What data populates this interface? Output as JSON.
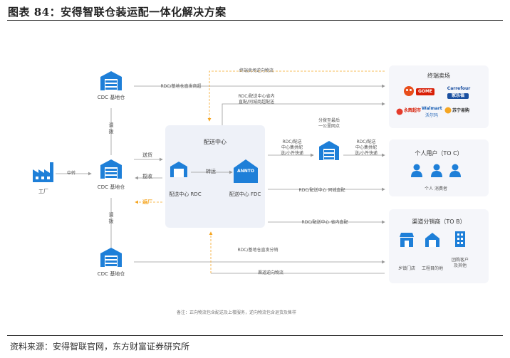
{
  "header": {
    "title": "图表 84：安得智联仓装运配一体化解决方案"
  },
  "footer": {
    "source": "资料来源：安得智联官网，东方财富证券研究所"
  },
  "diagram": {
    "factory": "工厂",
    "zhongzhuan": "中转",
    "cdc_top": "CDC 基地仓",
    "cdc_mid": "CDC 基地仓",
    "cdc_bottom": "CDC 基地仓",
    "tiaobo_1": "调\n拨",
    "tiaobo_2": "调\n拨",
    "songhuo": "送货",
    "zhuanshou": "揽收",
    "fanchang": "返厂",
    "peisong_center": "配送中心",
    "rdc": "配送中心 RDC",
    "zhuanyun": "转运",
    "fdc": "配送中心 FDC",
    "logo_text": "ANNTO",
    "reverse_top": "终端卖场逆向物流",
    "rdc_direct_top": "RDC/基地仓直发商超",
    "rdc_intercity": "RDC/配送中心省内\n直配/同城商超配送",
    "fenbo": "分拨至最后\n一公里网点",
    "rdc_bulk_1": "RDC/配送\n中心集拼配\n送/小件快递",
    "rdc_bulk_2": "RDC/配送\n中心集拼配\n送/小件快递",
    "rdc_city": "RDC/配送中心  同城直配",
    "rdc_province": "RDC/配送中心  省内直配",
    "rdc_direct_bottom": "RDC/基地仓直发分销",
    "channel_reverse": "渠道逆向物流",
    "terminal_title": "终端卖场",
    "brands": {
      "gome": "GOME",
      "carrefour": "Carrefour",
      "carrefour_cn": "家乐福",
      "yonghui": "永辉超市",
      "walmart": "Walmart",
      "walmart_cn": "沃尔玛",
      "suning": "苏宁易购"
    },
    "personal_title": "个人用户（TO C）",
    "personal_sub": "个人  消费者",
    "channel_title": "渠道分销商（TO B）",
    "channel_items": [
      "乡镇门店",
      "工程目的地",
      "团购客户\n及其他"
    ],
    "note": "备注：正向物流包含配送及上楼服务，逆向物流包含退货及售样"
  },
  "colors": {
    "accent": "#1e7fd8",
    "orange": "#f5a623",
    "line": "#9a9a9a"
  }
}
